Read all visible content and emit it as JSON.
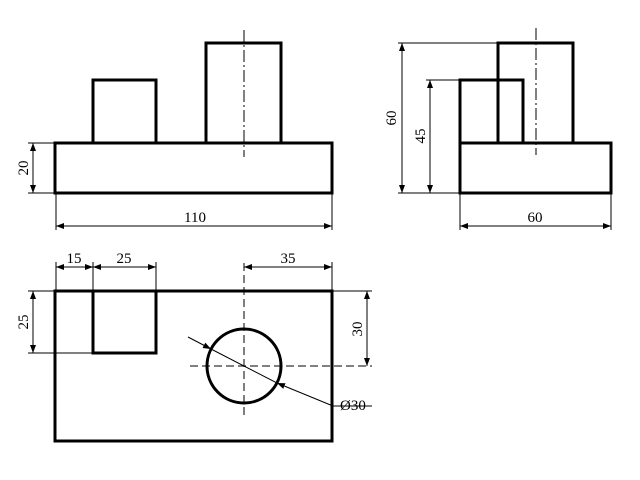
{
  "drawing": {
    "front_view": {
      "dim_height": "20",
      "dim_width": "110"
    },
    "side_view": {
      "dim_total_height": "60",
      "dim_block_height": "45",
      "dim_width": "60"
    },
    "top_view": {
      "dim_offset_left": "15",
      "dim_square_width": "25",
      "dim_hole_x": "35",
      "dim_square_depth": "25",
      "dim_hole_y": "30",
      "dim_hole_diameter": "Ø30"
    }
  }
}
